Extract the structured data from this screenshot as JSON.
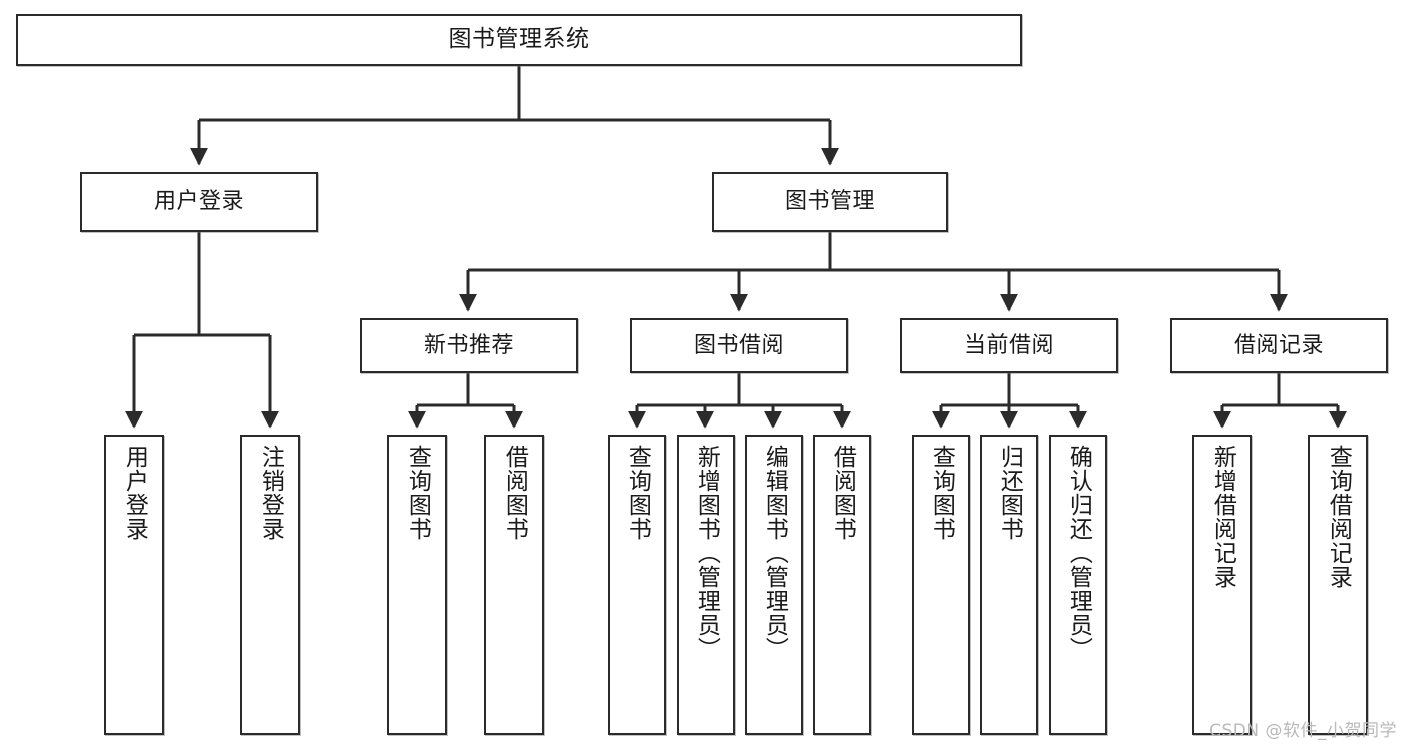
{
  "diagram": {
    "type": "tree-hierarchy",
    "title": "图书管理系统",
    "watermark": "CSDN @软件_小贺同学",
    "colors": {
      "box_border": "#2b2b2b",
      "box_fill": "#ffffff",
      "edge": "#2b2b2b",
      "text": "#1a1a1a",
      "watermark": "#b9b9b9",
      "background": "#ffffff"
    },
    "nodes": {
      "root": {
        "label": "图书管理系统"
      },
      "level2": [
        {
          "id": "user-login",
          "label": "用户登录"
        },
        {
          "id": "book-manage",
          "label": "图书管理"
        }
      ],
      "level3": [
        {
          "id": "new-book-recommend",
          "label": "新书推荐"
        },
        {
          "id": "book-borrow",
          "label": "图书借阅"
        },
        {
          "id": "current-borrow",
          "label": "当前借阅"
        },
        {
          "id": "borrow-record",
          "label": "借阅记录"
        }
      ],
      "leaves": {
        "user-login": [
          {
            "id": "leaf-user-login",
            "label": "用户登录"
          },
          {
            "id": "leaf-logout-login",
            "label": "注销登录"
          }
        ],
        "new-book-recommend": [
          {
            "id": "leaf-query-book-1",
            "label": "查询图书"
          },
          {
            "id": "leaf-borrow-book-1",
            "label": "借阅图书"
          }
        ],
        "book-borrow": [
          {
            "id": "leaf-query-book-2",
            "label": "查询图书"
          },
          {
            "id": "leaf-add-book-admin",
            "label": "新增图书（管理员）"
          },
          {
            "id": "leaf-edit-book-admin",
            "label": "编辑图书（管理员）"
          },
          {
            "id": "leaf-borrow-book-2",
            "label": "借阅图书"
          }
        ],
        "current-borrow": [
          {
            "id": "leaf-query-book-3",
            "label": "查询图书"
          },
          {
            "id": "leaf-return-book",
            "label": "归还图书"
          },
          {
            "id": "leaf-confirm-return-admin",
            "label": "确认归还（管理员）"
          }
        ],
        "borrow-record": [
          {
            "id": "leaf-add-borrow-record",
            "label": "新增借阅记录"
          },
          {
            "id": "leaf-query-borrow-record",
            "label": "查询借阅记录"
          }
        ]
      }
    }
  }
}
